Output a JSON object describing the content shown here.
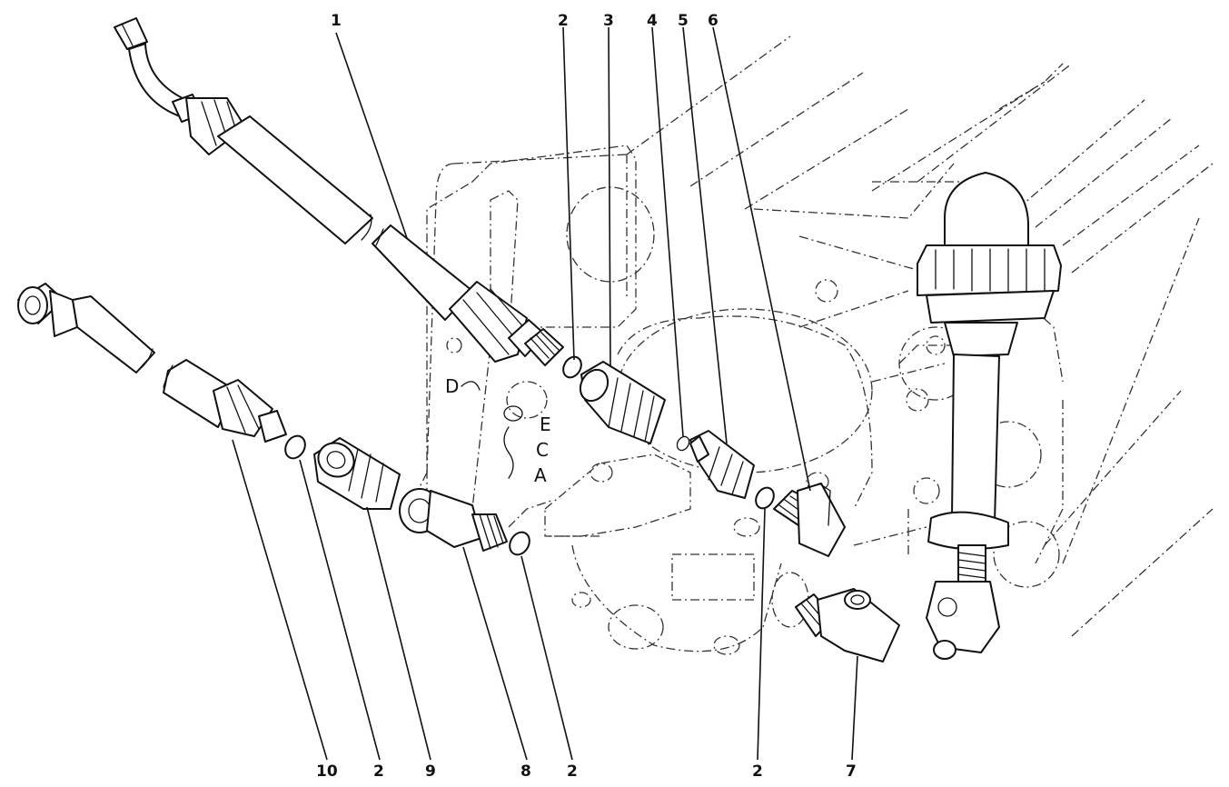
{
  "callouts": {
    "top": [
      "1",
      "2",
      "3",
      "4",
      "5",
      "6"
    ],
    "bottom": [
      "10",
      "2",
      "9",
      "8",
      "2",
      "2",
      "7"
    ]
  },
  "casting_marks": [
    "D",
    "E",
    "C",
    "A"
  ]
}
